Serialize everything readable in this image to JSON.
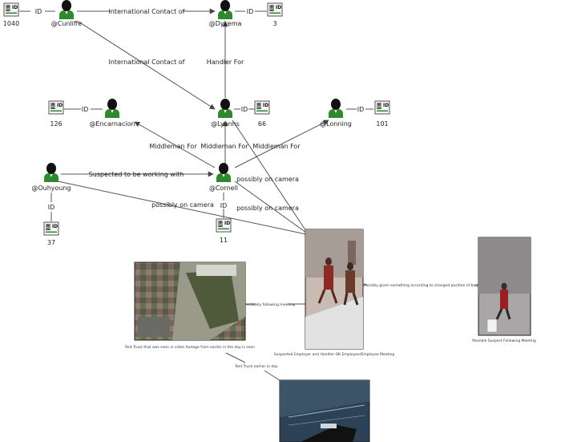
{
  "people": {
    "cunliffe": "@Cunliffe",
    "dykema": "@Dykema",
    "lyonns": "@Lyonns",
    "encarnacion": "@Encarnacion",
    "lonning": "@Lonning",
    "ouhyoung": "@Ouhyoung",
    "cornell": "@Cornell"
  },
  "ids": {
    "id1040": "1040",
    "id3": "3",
    "id126": "126",
    "id66": "66",
    "id101": "101",
    "id37": "37",
    "id11": "11"
  },
  "edges": {
    "id": "ID",
    "international_contact_of": "International Contact of",
    "handler_for": "Handler For",
    "middleman_for": "Middleman For",
    "suspected_working_with": "Suspected to be working with",
    "possibly_on_camera": "possibly on camera",
    "immediately_following": "Immediately following meeting",
    "possibly_given": "Possibly given something according to changed position of bag",
    "red_truck_earlier": "Red Truck earlier in day"
  },
  "photos": {
    "red_truck": "Red Truck that was seen in video footage from earlier in the day is seen",
    "meeting": "Suspected Employer and Handler OK Employee/Employee Meeting",
    "following": "Possible Suspect Following Meeting"
  },
  "colors": {
    "person_green": "#2f8a2f",
    "person_dark": "#111111",
    "edge": "#555555"
  }
}
